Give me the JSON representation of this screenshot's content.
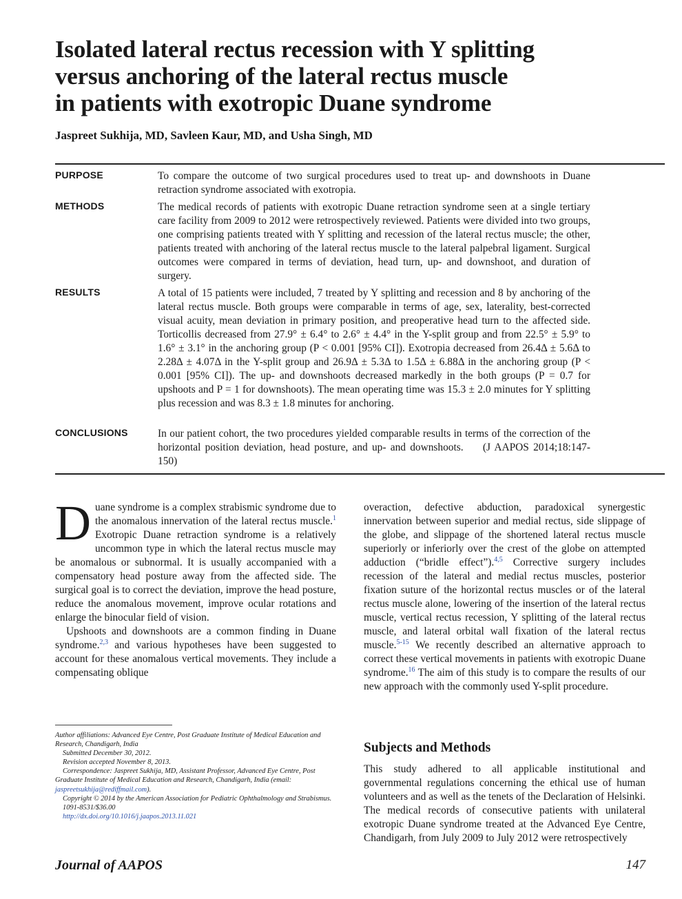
{
  "title_lines": [
    "Isolated lateral rectus recession with Y splitting",
    "versus anchoring of the lateral rectus muscle",
    "in patients with exotropic Duane syndrome"
  ],
  "authors": "Jaspreet Sukhija, MD, Savleen Kaur, MD, and Usha Singh, MD",
  "abstract": {
    "purpose_label": "PURPOSE",
    "purpose_text": "To compare the outcome of two surgical procedures used to treat up- and downshoots in Duane retraction syndrome associated with exotropia.",
    "methods_label": "METHODS",
    "methods_text": "The medical records of patients with exotropic Duane retraction syndrome seen at a single tertiary care facility from 2009 to 2012 were retrospectively reviewed. Patients were divided into two groups, one comprising patients treated with Y splitting and recession of the lateral rectus muscle; the other, patients treated with anchoring of the lateral rectus muscle to the lateral palpebral ligament. Surgical outcomes were compared in terms of deviation, head turn, up- and downshoot, and duration of surgery.",
    "results_label": "RESULTS",
    "results_text": "A total of 15 patients were included, 7 treated by Y splitting and recession and 8 by anchoring of the lateral rectus muscle. Both groups were comparable in terms of age, sex, laterality, best-corrected visual acuity, mean deviation in primary position, and preoperative head turn to the affected side. Torticollis decreased from 27.9° ± 6.4° to 2.6° ± 4.4° in the Y-split group and from 22.5° ± 5.9° to 1.6° ± 3.1° in the anchoring group (P < 0.001 [95% CI]). Exotropia decreased from 26.4Δ ± 5.6Δ to 2.28Δ ± 4.07Δ in the Y-split group and 26.9Δ ± 5.3Δ to 1.5Δ ± 6.88Δ in the anchoring group (P < 0.001 [95% CI]). The up- and downshoots decreased markedly in the both groups (P = 0.7 for upshoots and P = 1 for downshoots). The mean operating time was 15.3 ± 2.0 minutes for Y splitting plus recession and was 8.3 ± 1.8 minutes for anchoring.",
    "conclusions_label": "CONCLUSIONS",
    "conclusions_text": "In our patient cohort, the two procedures yielded comparable results in terms of the correction of the horizontal position deviation, head posture, and up- and downshoots.",
    "citation": "(J AAPOS 2014;18:147-150)"
  },
  "body_left": {
    "dropcap": "D",
    "p1_a": "uane syndrome is a complex strabismic syndrome due to the anomalous innervation of the lateral rectus muscle.",
    "p1_ref1": "1",
    "p1_b": " Exotropic Duane retraction syndrome is a relatively uncommon type in which the lateral rectus muscle may be anomalous or subnormal. It is usually accompanied with a compensatory head posture away from the affected side. The surgical goal is to correct the deviation, improve the head posture, reduce the anomalous movement, improve ocular rotations and enlarge the binocular field of vision.",
    "p2_a": "Upshoots and downshoots are a common finding in Duane syndrome.",
    "p2_ref": "2,3",
    "p2_b": " and various hypotheses have been suggested to account for these anomalous vertical movements. They include a compensating oblique"
  },
  "body_right": {
    "p1_a": "overaction, defective abduction, paradoxical synergestic innervation between superior and medial rectus, side slippage of the globe, and slippage of the shortened lateral rectus muscle superiorly or inferiorly over the crest of the globe on attempted adduction (“bridle effect”).",
    "p1_ref1": "4,5",
    "p1_b": " Corrective surgery includes recession of the lateral and medial rectus muscles, posterior fixation suture of the horizontal rectus muscles or of the lateral rectus muscle alone, lowering of the insertion of the lateral rectus muscle, vertical rectus recession, Y splitting of the lateral rectus muscle, and lateral orbital wall fixation of the lateral rectus muscle.",
    "p1_ref2": "5-15",
    "p1_c": " We recently described an alternative approach to correct these vertical movements in patients with exotropic Duane syndrome.",
    "p1_ref3": "16",
    "p1_d": " The aim of this study is to compare the results of our new approach with the commonly used Y-split procedure.",
    "section_heading": "Subjects and Methods",
    "p2": "This study adhered to all applicable institutional and governmental regulations concerning the ethical use of human volunteers and as well as the tenets of the Declaration of Helsinki. The medical records of consecutive patients with unilateral exotropic Duane syndrome treated at the Advanced Eye Centre, Chandigarh, from July 2009 to July 2012 were retrospectively"
  },
  "footnotes": {
    "affiliations": "Author affiliations: Advanced Eye Centre, Post Graduate Institute of Medical Education and Research, Chandigarh, India",
    "submitted": "Submitted December 30, 2012.",
    "revision": "Revision accepted November 8, 2013.",
    "correspondence": "Correspondence: Jaspreet Sukhija, MD, Assistant Professor, Advanced Eye Centre, Post Graduate Institute of Medical Education and Research, Chandigarh, India (email: ",
    "email": "jaspreetsukhija@rediffmail.com",
    "correspondence_end": ").",
    "copyright": "Copyright © 2014 by the American Association for Pediatric Ophthalmology and Strabismus.",
    "issn": "1091-8531/$36.00",
    "doi": "http://dx.doi.org/10.1016/j.jaapos.2013.11.021"
  },
  "footer": {
    "journal": "Journal of AAPOS",
    "page": "147"
  }
}
